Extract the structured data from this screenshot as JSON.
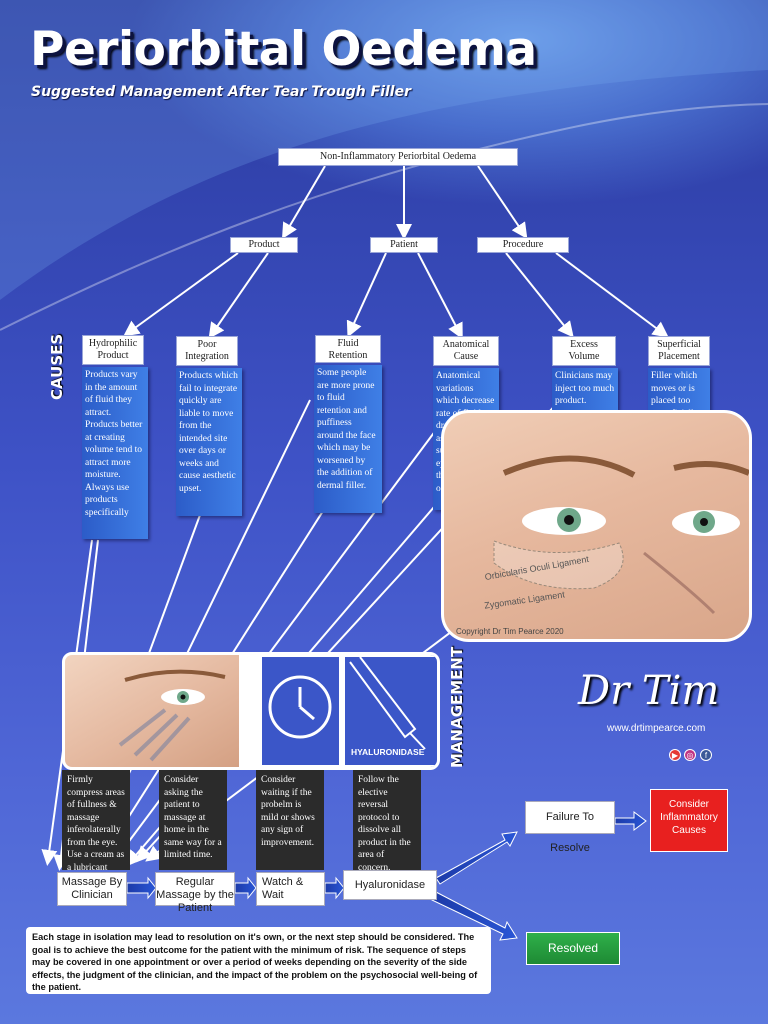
{
  "title": "Periorbital Oedema",
  "subtitle": "Suggested Management After Tear Trough Filler",
  "root": "Non-Inflammatory Periorbital Oedema",
  "categories": [
    "Product",
    "Patient",
    "Procedure"
  ],
  "causes_label": "CAUSES",
  "management_label": "MANAGEMENT",
  "causes": [
    {
      "title": "Hydrophilic Product",
      "text": "Products vary in the amount of fluid they attract. Products better at creating volume tend to attract more moisture. Always use products specifically"
    },
    {
      "title": "Poor Integration",
      "text": "Products which fail to integrate quickly are liable to move from the intended site over days or weeks and cause aesthetic upset."
    },
    {
      "title": "Fluid Retention",
      "text": "Some people are more prone to fluid retention and puffiness around the face which may be worsened by the addition of dermal filler."
    },
    {
      "title": "Anatomical Cause",
      "text": "Anatomical variations which decrease rate of fluid drainage such as ligaments surrounding the eye may affect the degree of oedema"
    },
    {
      "title": "Excess Volume",
      "text": "Clinicians may inject too much product."
    },
    {
      "title": "Superficial Placement",
      "text": "Filler which moves or is placed too superficially is a common cause of oedema."
    }
  ],
  "photo_labels": {
    "ligament1": "Orbicularis Oculi Ligament",
    "ligament2": "Zygomatic Ligament",
    "copyright": "Copyright Dr Tim Pearce 2020"
  },
  "hyaluronidase_icon_label": "HYALURONIDASE",
  "management": [
    {
      "text": "Firmly compress areas of fullness & massage inferolaterally from the eye. Use a cream as a lubricant",
      "step": "Massage By Clinician"
    },
    {
      "text": "Consider asking the patient to massage at home in the same way for a limited time.",
      "step": "Regular Massage by the Patient"
    },
    {
      "text": "Consider waiting if the probelm is mild or shows any sign of improvement.",
      "step": "Watch & Wait"
    },
    {
      "text": "Follow the elective reversal protocol to dissolve all product in the area of concern.",
      "step": "Hyaluronidase"
    }
  ],
  "failure": "Failure To Resolve",
  "inflammatory": "Consider Inflammatory Causes",
  "resolved": "Resolved",
  "note": "Each stage in isolation may lead to resolution on it's own, or the next step should be considered. The goal is to achieve the best outcome for the patient with the minimum of risk. The sequence of steps may be covered in one appointment or over a period of weeks depending on the severity of the side effects, the judgment of the clinician, and the impact of the problem on the psychosocial well-being of the patient.",
  "logo": "Dr Tim",
  "url": "www.drtimpearce.com",
  "colors": {
    "background": "#3e52c6",
    "desc_box": "#3f7fe6",
    "red": "#e8201f",
    "green": "#2fb04a"
  }
}
